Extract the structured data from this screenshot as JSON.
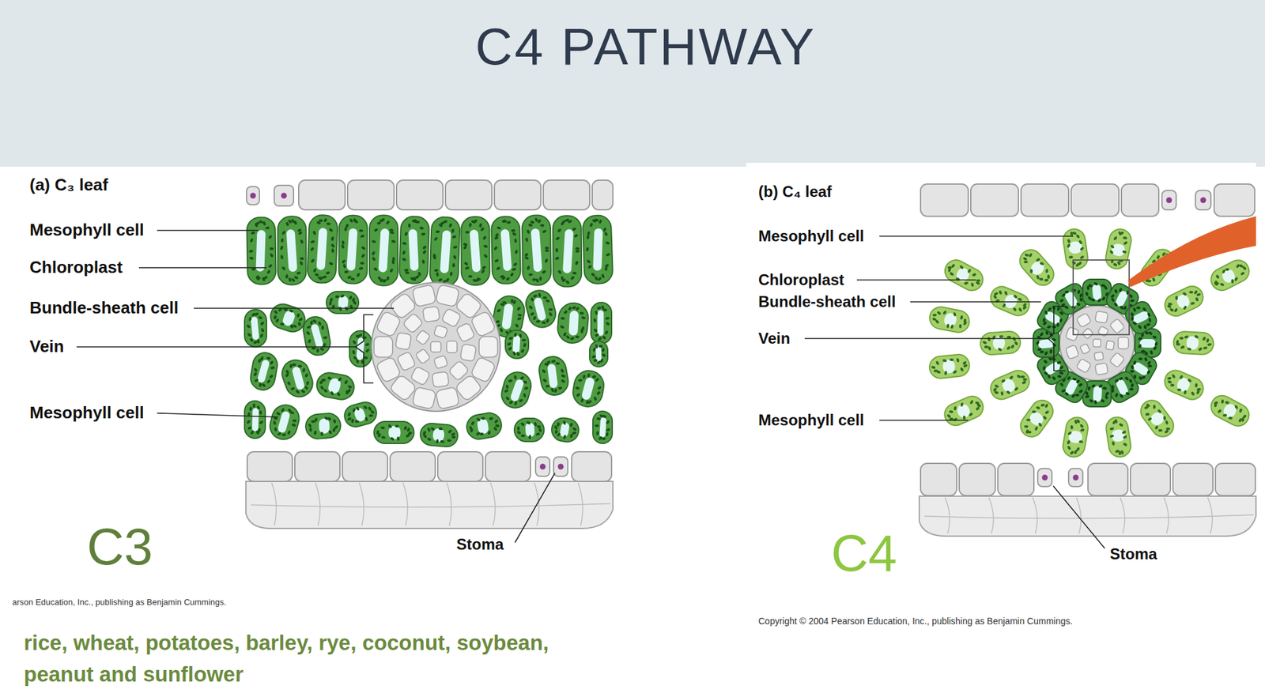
{
  "diagram": {
    "title": "C4 PATHWAY",
    "labels": [
      "(a) C₃ leaf",
      "Mesophyll cell",
      "Chloroplast",
      "Bundle-sheath cell",
      "Vein",
      "Mesophyll cell",
      "Stoma",
      "C3",
      "arson Education, Inc., publishing as Benjamin Cummings.",
      "rice, wheat, potatoes, barley, rye, coconut, soybean, peanut and sunflower",
      "(b) C₄ leaf",
      "Mesophyll cell",
      "Chloroplast",
      "Bundle-sheath cell",
      "Vein",
      "Mesophyll cell",
      "Stoma",
      "C4",
      "Copyright © 2004 Pearson Education, Inc., publishing as Benjamin Cummings."
    ]
  }
}
